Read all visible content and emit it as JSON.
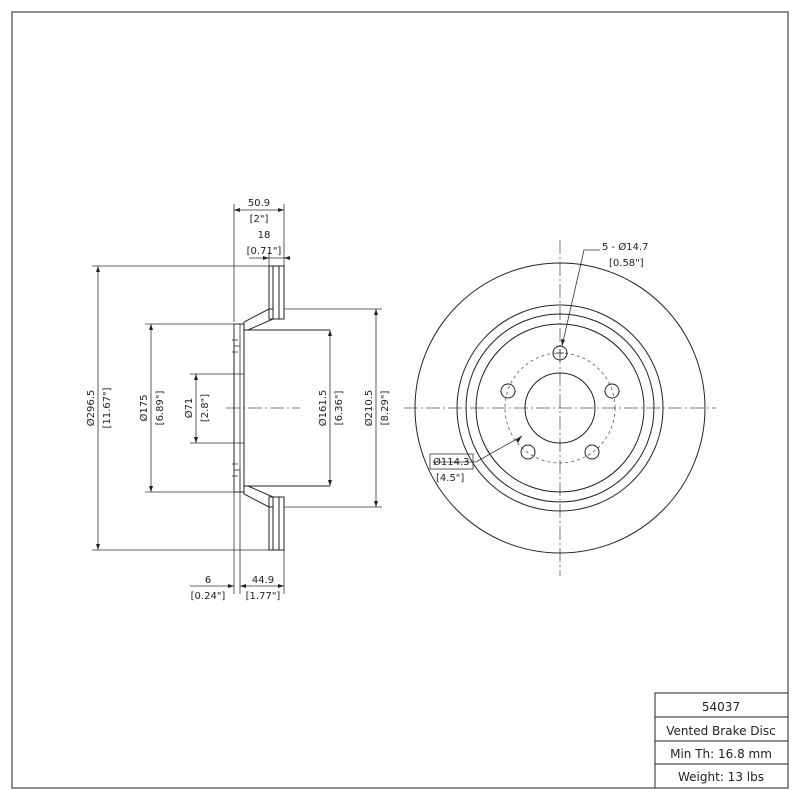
{
  "dimensions": {
    "overall_width": {
      "mm": "50.9",
      "inch": "[2\"]"
    },
    "flange_thickness": {
      "mm": "18",
      "inch": "[0.71\"]"
    },
    "outer_diameter": {
      "mm": "Ø296.5",
      "inch": "[11.67\"]"
    },
    "hat_diameter": {
      "mm": "Ø175",
      "inch": "[6.89\"]"
    },
    "center_bore": {
      "mm": "Ø71",
      "inch": "[2.8\"]"
    },
    "inner_diameter": {
      "mm": "Ø161.5",
      "inch": "[6.36\"]"
    },
    "vent_diameter": {
      "mm": "Ø210.5",
      "inch": "[8.29\"]"
    },
    "hat_thickness": {
      "mm": "6",
      "inch": "[0.24\"]"
    },
    "hat_height": {
      "mm": "44.9",
      "inch": "[1.77\"]"
    },
    "bolt_holes": {
      "mm": "5 - Ø14.7",
      "inch": "[0.58\"]"
    },
    "bolt_circle": {
      "mm": "Ø114.3",
      "inch": "[4.5\"]"
    }
  },
  "title_block": {
    "part_number": "54037",
    "description": "Vented Brake Disc",
    "min_thickness": "Min Th: 16.8 mm",
    "weight": "Weight: 13 lbs"
  }
}
